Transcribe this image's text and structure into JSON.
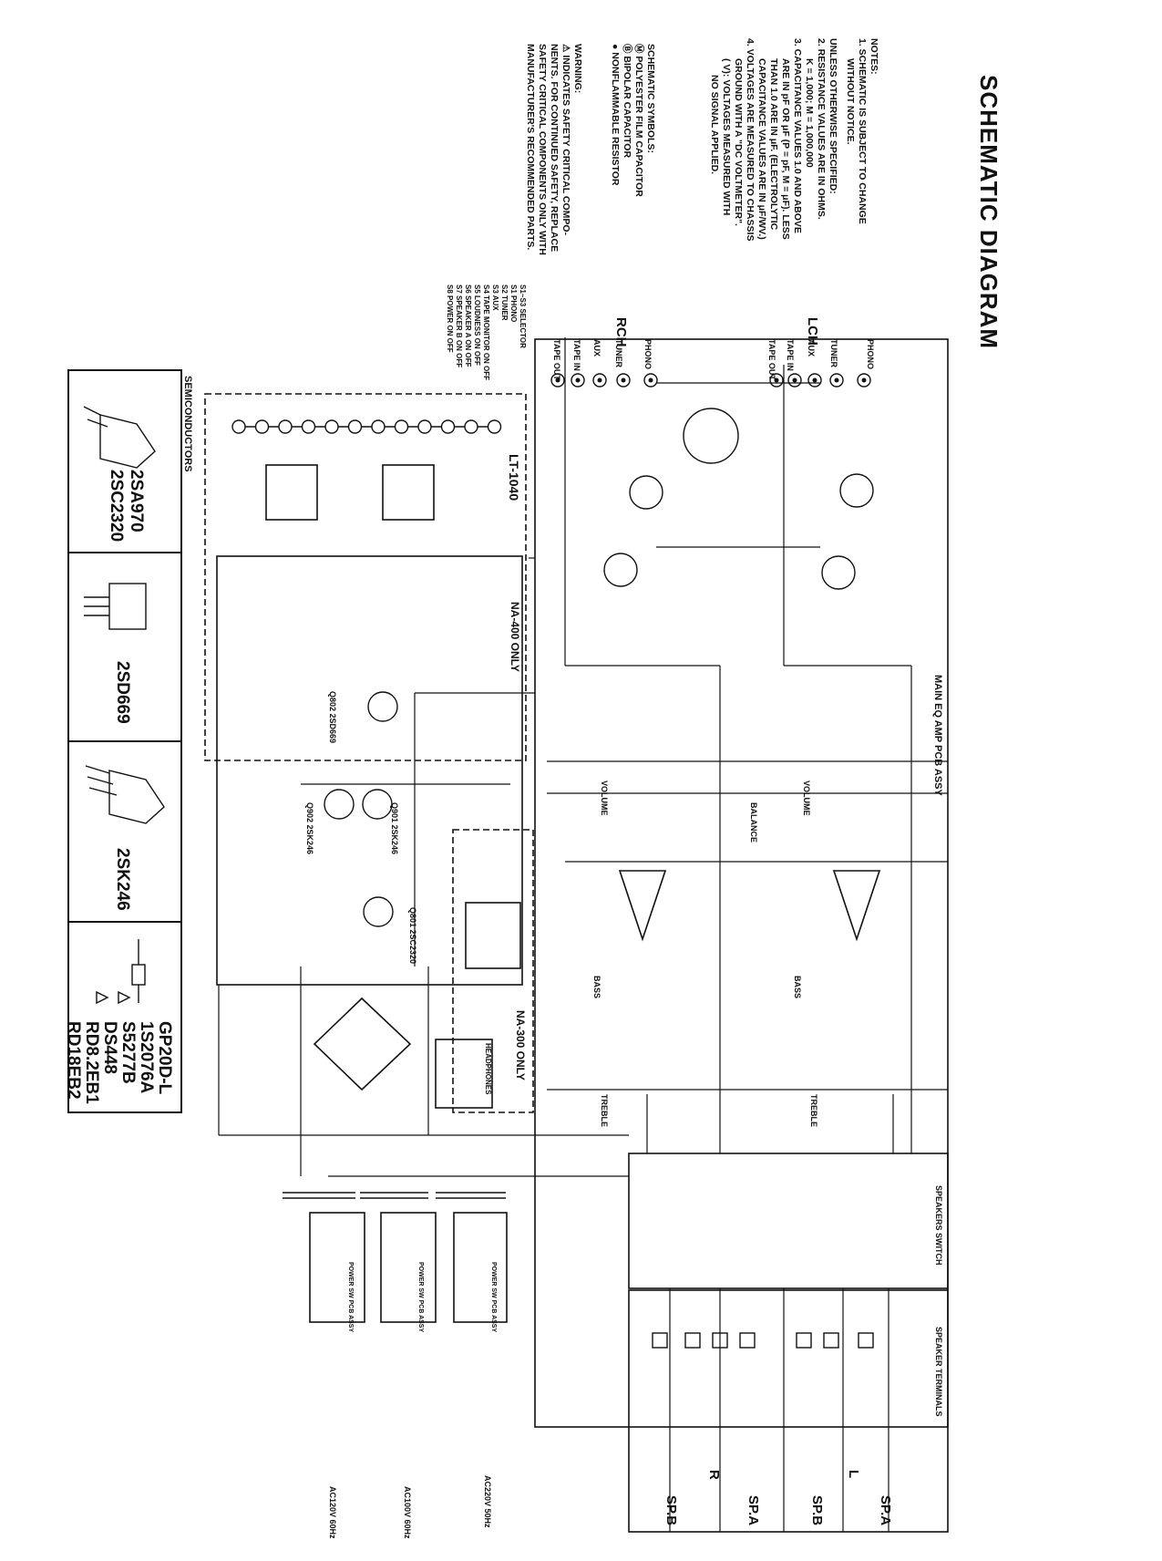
{
  "title": "SCHEMATIC DIAGRAM",
  "notes": {
    "heading": "NOTES:",
    "n1": "1.  SCHEMATIC IS SUBJECT TO CHANGE",
    "n1b": "WITHOUT NOTICE.",
    "unless": "UNLESS OTHERWISE SPECIFIED:",
    "n2": "2.  RESISTANCE VALUES ARE IN OHMS.",
    "n2b": "K = 1,000;  M = 1,000,000",
    "n3": "3.  CAPACITANCE VALUES 1.0 AND ABOVE",
    "n3b": "ARE IN pF OR μF (P = pF, M = μF). LESS",
    "n3c": "THAN 1.0 ARE IN μF. (ELECTROLYTIC",
    "n3d": "CAPACITANCE VALUES ARE IN μF/WV.)",
    "n4": "4.  VOLTAGES ARE MEASURED TO CHASSIS",
    "n4b": "GROUND WITH A \"DC VOLTMETER\".",
    "n4c": "(    V):  VOLTAGES MEASURED WITH",
    "n4d": "NO SIGNAL APPLIED."
  },
  "symbols": {
    "heading": "SCHEMATIC SYMBOLS:",
    "s1": "Ⓜ POLYESTER FILM CAPACITOR",
    "s2": "Ⓑ BIPOLAR CAPACITOR",
    "s3": "● NONFLAMMABLE RESISTOR"
  },
  "warning": {
    "heading": "WARNING:",
    "w1": "⚠  INDICATES SAFETY CRITICAL COMPO-",
    "w2": "NENTS. FOR CONTINUED SAFETY, REPLACE",
    "w3": "SAFETY CRITICAL COMPONENTS ONLY WITH",
    "w4": "MANUFACTURER'S RECOMMENDED PARTS."
  },
  "switch_table": {
    "rows": [
      "S1~S3  SELECTOR",
      "     S1  PHONO",
      "     S2  TUNER",
      "     S3  AUX",
      "S4  TAPE MONITOR  ON  OFF",
      "S5  LOUDNESS          ON  OFF",
      "S6  SPEAKER A        ON  OFF",
      "S7  SPEAKER B        ON  OFF",
      "S8  POWER               ON  OFF"
    ]
  },
  "semiconductors": {
    "heading": "SEMICONDUCTORS",
    "t1a": "2SA970",
    "t1b": "2SC2320",
    "t2": "2SD669",
    "t3": "2SK246",
    "diodes": [
      "GP20D-L",
      "1S2076A",
      "S5277B",
      "DS448",
      "RD8.2EB1",
      "RD18EB2"
    ]
  },
  "labels": {
    "lch": "LCH",
    "rch": "RCH",
    "main_pcb": "MAIN EQ AMP PCB ASSY",
    "speakers_switch": "SPEAKERS SWITCH",
    "speaker_terminals": "SPEAKER TERMINALS",
    "lt": "LT-1040",
    "na400": "NA-400 ONLY",
    "na300": "NA-300 ONLY",
    "headphones": "HEADPHONES",
    "volume": "VOLUME",
    "balance": "BALANCE",
    "bass": "BASS",
    "treble": "TREBLE",
    "spa_l": "SP.A",
    "spb_l": "SP.B",
    "spa_r": "SP.A",
    "spb_r": "SP.B",
    "l": "L",
    "r": "R",
    "phono": "PHONO",
    "tuner": "TUNER",
    "aux": "AUX",
    "tape_in": "TAPE IN",
    "tape_out": "TAPE OUT",
    "q802": "Q802 2SD669",
    "q801": "Q801 2SC2320",
    "q901": "Q901 2SK246",
    "q902": "Q902 2SK246",
    "ac1": "AC120V 60Hz",
    "ac2": "AC100V 60Hz",
    "ac3": "AC220V 50Hz",
    "ps1": "POWER SW PCB ASSY",
    "ps2": "POWER SW PCB ASSY",
    "ps3": "POWER SW PCB ASSY"
  }
}
